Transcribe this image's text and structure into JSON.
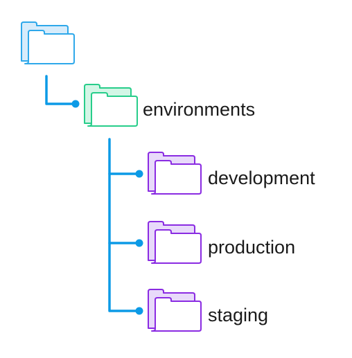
{
  "colors": {
    "connector": "#0c9ae6",
    "root_stroke": "#2ea8ea",
    "root_fill": "#d7ecfb",
    "env_stroke": "#27cd8a",
    "env_fill": "#d3f6e6",
    "leaf_stroke": "#8a2be2",
    "leaf_fill": "#e8dafa",
    "text": "#1a1a1a"
  },
  "tree": {
    "root": {
      "icon": "folder-icon",
      "label": ""
    },
    "environments": {
      "icon": "folder-icon",
      "label": "environments"
    },
    "children": [
      {
        "icon": "folder-icon",
        "label": "development"
      },
      {
        "icon": "folder-icon",
        "label": "production"
      },
      {
        "icon": "folder-icon",
        "label": "staging"
      }
    ]
  }
}
